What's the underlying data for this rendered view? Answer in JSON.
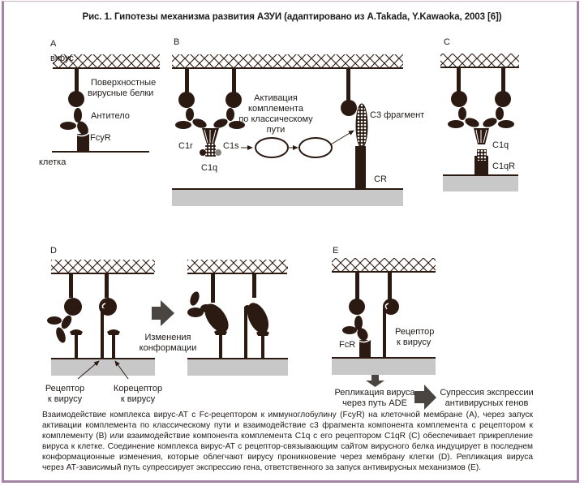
{
  "title": "Рис. 1. Гипотезы механизма развития АЗУИ (адаптировано из A.Takada, Y.Kawaoka, 2003 [6])",
  "colors": {
    "frame_border": "#a583a3",
    "protein": "#2b1a12",
    "membrane": "#c8c8c9",
    "arrow_block": "#4a4540",
    "text": "#1f1a17"
  },
  "panels": {
    "A": {
      "letter": "A",
      "labels": {
        "virus": "вирус",
        "surface_proteins_1": "Поверхностные",
        "surface_proteins_2": "вирусные белки",
        "antibody": "Антитело",
        "fcyr": "FcyR",
        "cell": "клетка"
      }
    },
    "B": {
      "letter": "B",
      "labels": {
        "c1r": "C1r",
        "c1s": "C1s",
        "c1q": "C1q",
        "activation_1": "Активация",
        "activation_2": "комплемента",
        "activation_3": "по классическому",
        "activation_4": "пути",
        "c3": "C3 фрагмент",
        "cr": "CR"
      }
    },
    "C": {
      "letter": "C",
      "labels": {
        "c1q": "C1q",
        "c1qr": "C1qR"
      }
    },
    "D": {
      "letter": "D",
      "labels": {
        "conformation_1": "Изменения",
        "conformation_2": "конформации",
        "receptor_1": "Рецептор",
        "receptor_2": "к вирусу",
        "coreceptor_1": "Корецептор",
        "coreceptor_2": "к вирусу"
      }
    },
    "E": {
      "letter": "E",
      "labels": {
        "fcr": "FcR",
        "receptor_1": "Рецептор",
        "receptor_2": "к вирусу",
        "replication_1": "Репликация вируса",
        "replication_2": "через путь ADE",
        "suppression_1": "Супрессия экспрессии",
        "suppression_2": "антивирусных генов"
      }
    }
  },
  "caption": "Взаимодействие комплекса вирус-АТ с Fc-рецептором к иммуноглобулину (FcyR) на клеточной мембране  (A), через запуск активации комплемента по классическому пути и взаимодействие c3 фрагмента компонента комплемента с рецептором к комплементу (B) или взаимодействие компонента комплемента C1q с его рецептором C1qR (C) обеспечивает прикрепление вируса к клетке. Соединение комплекса вирус-АТ с рецептор-связывающим сайтом вирусного белка индуцирует в последнем конформационные изменения, которые облегчают вирусу проникновение через мембрану клетки (D). Репликация вируса через АТ-зависимый путь супрессирует экспрессию гена, ответственного за запуск антивирусных механизмов (E)."
}
